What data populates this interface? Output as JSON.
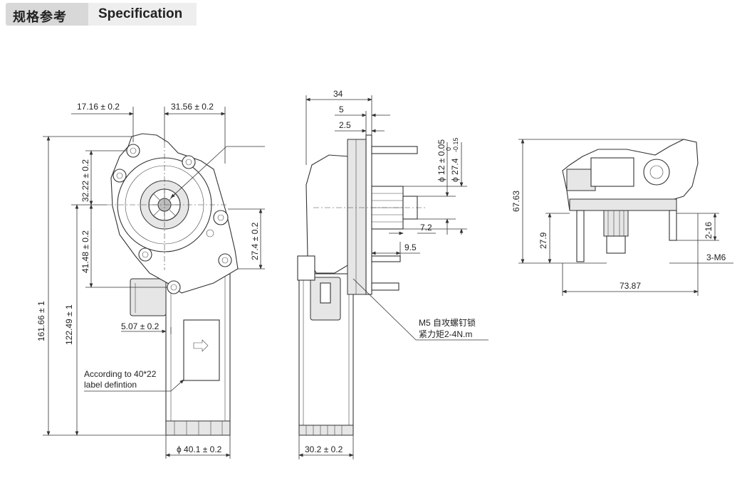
{
  "header": {
    "title_cn": "规格参考",
    "title_en": "Specification"
  },
  "front_view": {
    "dims": {
      "top_left": "17.16 ± 0.2",
      "top_right": "31.56 ± 0.2",
      "left_upper": "32.22 ± 0.2",
      "left_mid": "41.48 ± 0.2",
      "right_mid": "27.4 ± 0.2",
      "total_height": "161.66 ± 1",
      "height_2": "122.49 ± 1",
      "offset": "5.07 ± 0.2",
      "bottom_dia": "ϕ 40.1 ± 0.2"
    },
    "label_note_1": "According to 40*22",
    "label_note_2": "label defintion"
  },
  "side_view": {
    "dims": {
      "top": "34",
      "d5": "5",
      "d25": "2.5",
      "dia12": "ϕ 12 ± 0.05",
      "dia274": "ϕ 27.4",
      "tol_up": "0",
      "tol_down": "-0.15",
      "d72": "7.2",
      "d95": "9.5",
      "bottom_width": "30.2 ± 0.2"
    },
    "note_1": "M5 自攻螺钉锁",
    "note_2": "紧力矩2-4N.m"
  },
  "right_view": {
    "dims": {
      "height": "67.63",
      "d279": "27.9",
      "width": "73.87",
      "d216": "2-16",
      "m6": "3-M6"
    }
  }
}
